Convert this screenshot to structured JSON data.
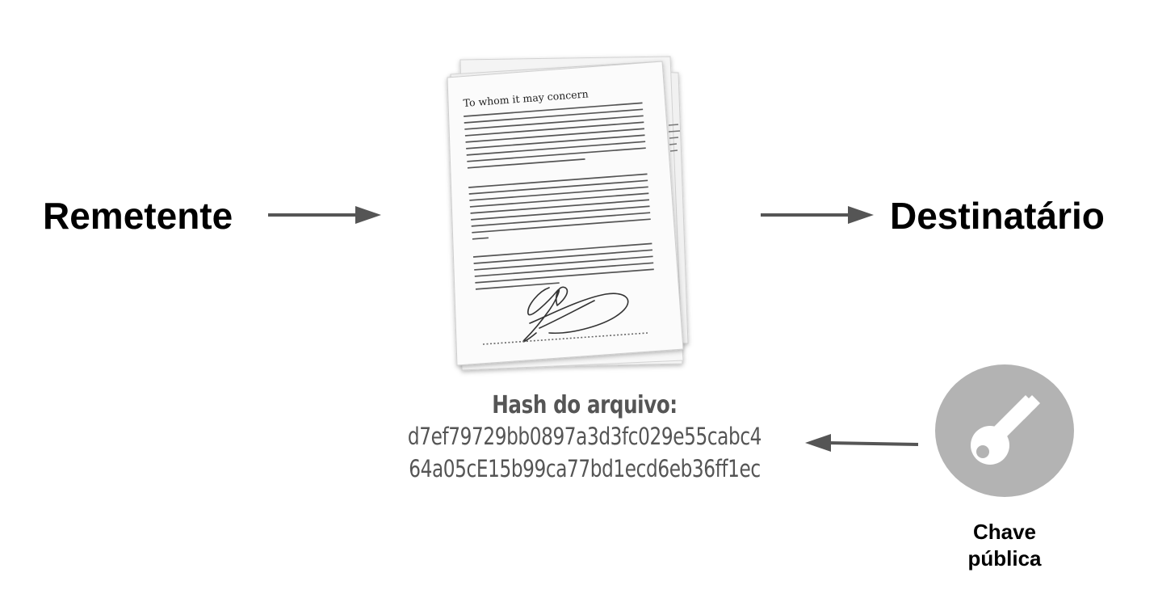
{
  "diagram": {
    "sender_label": "Remetente",
    "receiver_label": "Destinatário",
    "document": {
      "heading": "To whom it may concern",
      "icon": "signed-document-icon"
    },
    "hash": {
      "title": "Hash do arquivo:",
      "line1": "d7ef79729bb0897a3d3fc029e55cabc4",
      "line2": "64a05cE15b99ca77bd1ecd6eb36ff1ec"
    },
    "key": {
      "icon": "key-icon",
      "caption_line1": "Chave",
      "caption_line2": "pública"
    },
    "colors": {
      "arrow": "#555555",
      "hash_text": "#555555",
      "key_circle": "#b3b3b3",
      "key_fill": "#ffffff"
    }
  }
}
